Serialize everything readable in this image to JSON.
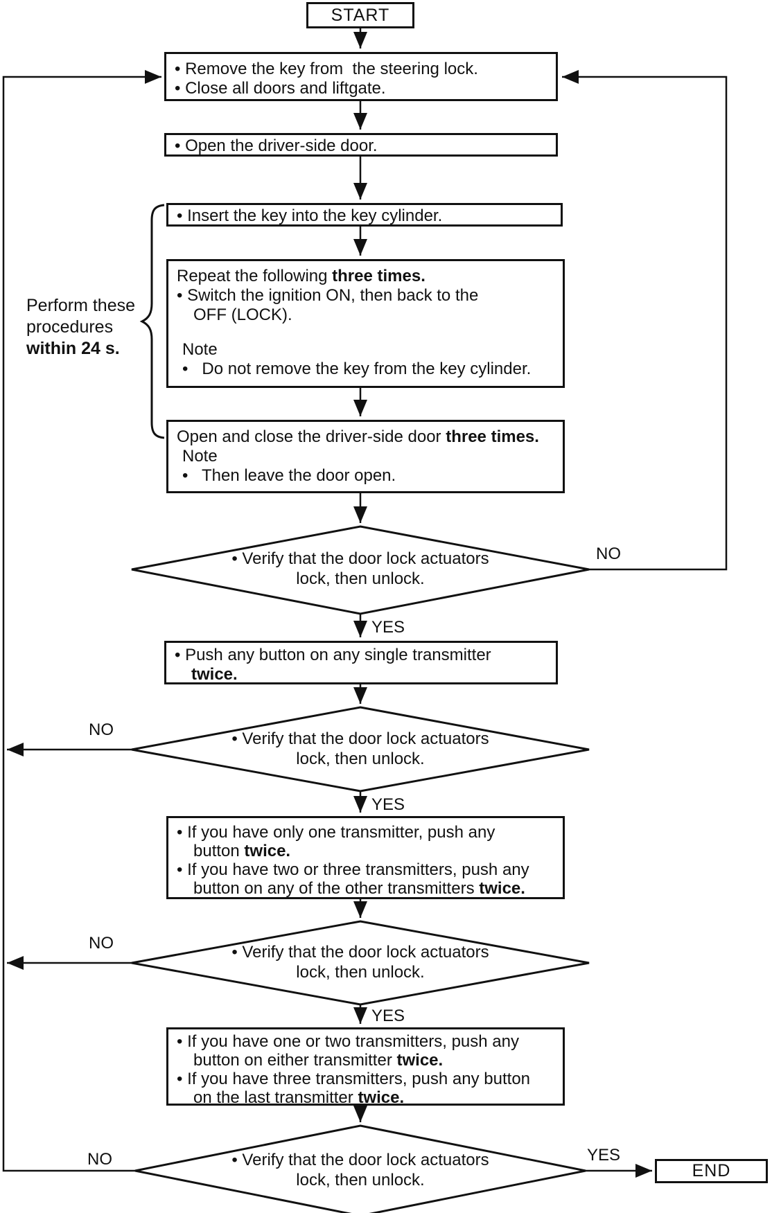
{
  "colors": {
    "stroke": "#111111",
    "background": "#ffffff"
  },
  "flowchart": {
    "start_label": "START",
    "end_label": "END",
    "brace_note": {
      "lines": [
        {
          "seg": [
            {
              "t": "Perform these"
            }
          ]
        },
        {
          "seg": [
            {
              "t": "procedures"
            }
          ]
        },
        {
          "seg": [
            {
              "t": "within 24 s.",
              "b": 1
            }
          ]
        }
      ]
    },
    "steps": {
      "remove_key": {
        "lines": [
          {
            "seg": [
              {
                "t": "• Remove the key from  the steering lock."
              }
            ]
          },
          {
            "seg": [
              {
                "t": "• Close all doors and liftgate."
              }
            ]
          }
        ]
      },
      "open_driver_door": {
        "lines": [
          {
            "seg": [
              {
                "t": "• Open the driver-side door."
              }
            ]
          }
        ]
      },
      "insert_key": {
        "lines": [
          {
            "seg": [
              {
                "t": "• Insert the key into the key cylinder."
              }
            ]
          }
        ]
      },
      "ignition_cycle": {
        "lines": [
          {
            "seg": [
              {
                "t": "Repeat the following "
              },
              {
                "t": "three times.",
                "b": 1
              }
            ]
          },
          {
            "seg": [
              {
                "t": "• Switch the ignition ON, then back to the"
              }
            ]
          },
          {
            "seg": [
              {
                "t": "OFF (LOCK)."
              }
            ],
            "ind": 1
          },
          {
            "seg": [
              {
                "t": "Note"
              }
            ],
            "ind": 2,
            "gap": 1
          },
          {
            "seg": [
              {
                "t": "•   Do not remove the key from the key cylinder."
              }
            ],
            "ind": 2
          }
        ]
      },
      "open_close_door": {
        "lines": [
          {
            "seg": [
              {
                "t": "Open and close the driver-side door "
              },
              {
                "t": "three times.",
                "b": 1
              }
            ]
          },
          {
            "seg": [
              {
                "t": "Note"
              }
            ],
            "ind": 2
          },
          {
            "seg": [
              {
                "t": "•   Then leave the door open."
              }
            ],
            "ind": 2
          }
        ]
      },
      "push_button_twice": {
        "lines": [
          {
            "seg": [
              {
                "t": "• Push any button on any single transmitter"
              }
            ]
          },
          {
            "seg": [
              {
                "t": "twice.",
                "b": 1
              }
            ],
            "ind": 1
          }
        ]
      },
      "one_or_more_transmitters": {
        "lines": [
          {
            "seg": [
              {
                "t": "• If you have only one transmitter, push any"
              }
            ]
          },
          {
            "seg": [
              {
                "t": "button "
              },
              {
                "t": "twice.",
                "b": 1
              }
            ],
            "ind": 1
          },
          {
            "seg": [
              {
                "t": "• If you have two or three transmitters, push any"
              }
            ]
          },
          {
            "seg": [
              {
                "t": "button on any of the other transmitters "
              },
              {
                "t": "twice.",
                "b": 1
              }
            ],
            "ind": 1
          }
        ]
      },
      "remaining_transmitters": {
        "lines": [
          {
            "seg": [
              {
                "t": "• If you have one or two transmitters, push any"
              }
            ]
          },
          {
            "seg": [
              {
                "t": "button on either transmitter "
              },
              {
                "t": "twice.",
                "b": 1
              }
            ],
            "ind": 1
          },
          {
            "seg": [
              {
                "t": "• If you have three transmitters, push any button"
              }
            ]
          },
          {
            "seg": [
              {
                "t": "on the last transmitter "
              },
              {
                "t": "twice.",
                "b": 1
              }
            ],
            "ind": 1
          }
        ]
      }
    },
    "decisions": [
      {
        "no_label": "NO",
        "yes_label": "YES",
        "lines": [
          {
            "seg": [
              {
                "t": "• Verify that the door lock actuators"
              }
            ]
          },
          {
            "seg": [
              {
                "t": "lock, then unlock."
              }
            ]
          }
        ]
      },
      {
        "no_label": "NO",
        "yes_label": "YES",
        "lines": [
          {
            "seg": [
              {
                "t": "• Verify that the door lock actuators"
              }
            ]
          },
          {
            "seg": [
              {
                "t": "lock, then unlock."
              }
            ]
          }
        ]
      },
      {
        "no_label": "NO",
        "yes_label": "YES",
        "lines": [
          {
            "seg": [
              {
                "t": "• Verify that the door lock actuators"
              }
            ]
          },
          {
            "seg": [
              {
                "t": "lock, then unlock."
              }
            ]
          }
        ]
      },
      {
        "no_label": "NO",
        "yes_label": "YES",
        "lines": [
          {
            "seg": [
              {
                "t": "• Verify that the door lock actuators"
              }
            ]
          },
          {
            "seg": [
              {
                "t": "lock, then unlock."
              }
            ]
          }
        ]
      }
    ]
  }
}
